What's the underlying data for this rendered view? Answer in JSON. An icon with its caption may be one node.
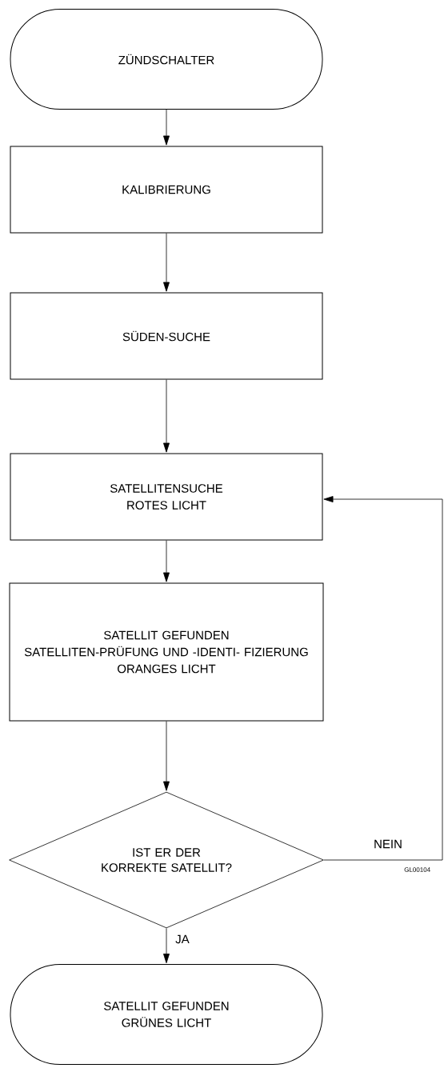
{
  "diagram": {
    "nodes": [
      {
        "text": [
          "ZÜNDSCHALTER"
        ]
      },
      {
        "text": [
          "KALIBRIERUNG"
        ]
      },
      {
        "text": [
          "SÜDEN-SUCHE"
        ]
      },
      {
        "text": [
          "SATELLITENSUCHE",
          "ROTES LICHT"
        ]
      },
      {
        "text": [
          "SATELLIT GEFUNDEN",
          "SATELLITEN-PRÜFUNG UND -IDENTI- FIZIERUNG",
          "ORANGES LICHT"
        ]
      },
      {
        "text": [
          "IST ER DER KORREKTE SATELLIT?"
        ]
      },
      {
        "text": [
          "SATELLIT GEFUNDEN",
          "GRÜNES LICHT"
        ]
      }
    ],
    "edges": [
      {
        "from": 0,
        "to": 1,
        "arrow": "to"
      },
      {
        "from": 1,
        "to": 2,
        "arrow": "to"
      },
      {
        "from": 2,
        "to": 3,
        "arrow": "to"
      },
      {
        "from": 3,
        "to": 4,
        "arrow": "to"
      },
      {
        "from": 4,
        "to": 5,
        "arrow": "to"
      },
      {
        "from": 5,
        "to": 6,
        "arrow": "to",
        "label": "JA"
      },
      {
        "from": 5,
        "to": 3,
        "arrow": "to",
        "label": "NEIN"
      }
    ],
    "labels": [
      "GL00104"
    ]
  }
}
